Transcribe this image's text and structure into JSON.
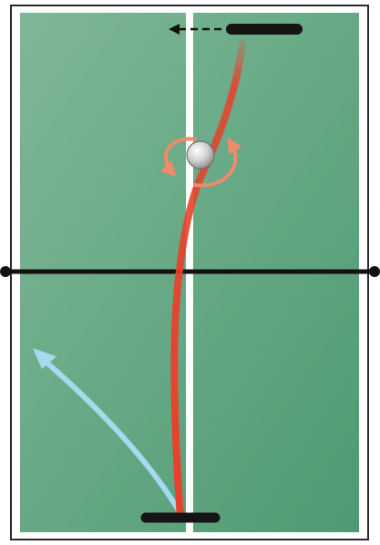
{
  "diagram": {
    "subject": "table-tennis-topspin-ball-trajectory",
    "colors": {
      "table_light": "#7fb796",
      "table_dark": "#4e9a72",
      "border": "#2a2a2a",
      "center_line": "#ffffff",
      "net": "#111111",
      "ball_path": "#e8412c",
      "ball_path_fade": "#f08a6a",
      "spin_arrows": "#f2896a",
      "blue_arrow": "#a6d8ef",
      "paddle": "#151515",
      "ball": "#cfcfcf"
    },
    "elements": {
      "spin_direction": "counter-rotating",
      "far_paddle_motion": "left",
      "near_paddle_shot_direction": "up-left"
    }
  }
}
